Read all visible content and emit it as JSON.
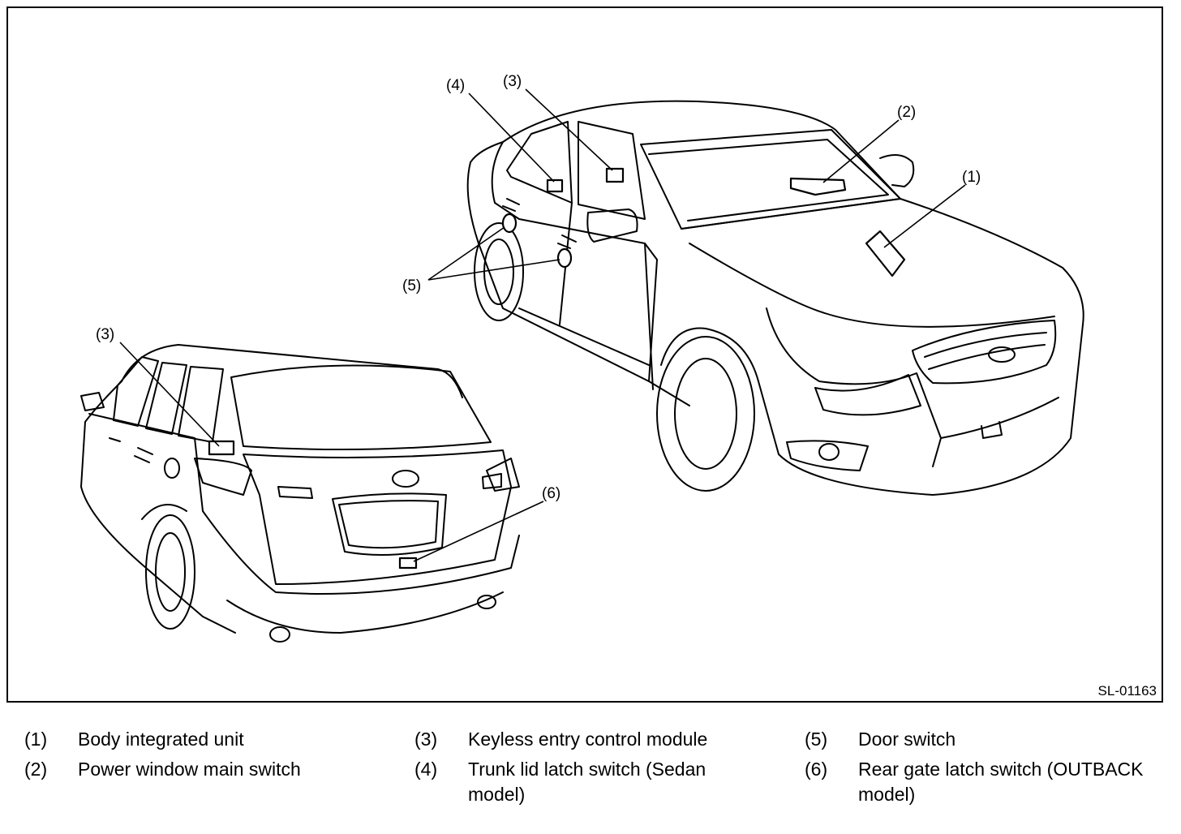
{
  "figure": {
    "code": "SL-01163",
    "callouts": {
      "c1": "(1)",
      "c2": "(2)",
      "c3_sedan": "(3)",
      "c4": "(4)",
      "c5": "(5)",
      "c3_wagon": "(3)",
      "c6": "(6)"
    }
  },
  "legend": [
    {
      "num": "(1)",
      "text": "Body integrated unit"
    },
    {
      "num": "(2)",
      "text": "Power window main switch"
    },
    {
      "num": "(3)",
      "text": "Keyless entry control module"
    },
    {
      "num": "(4)",
      "text": "Trunk lid latch switch (Sedan model)"
    },
    {
      "num": "(5)",
      "text": "Door switch"
    },
    {
      "num": "(6)",
      "text": "Rear gate latch switch (OUTBACK model)"
    }
  ]
}
